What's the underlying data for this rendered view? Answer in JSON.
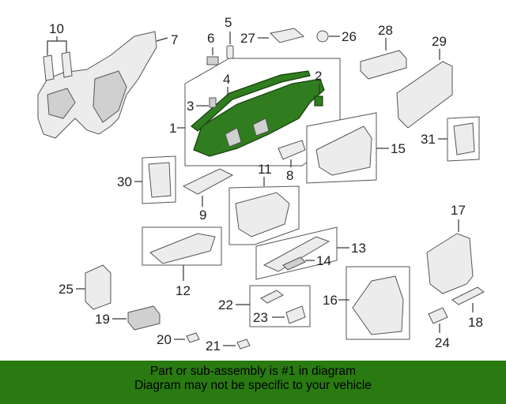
{
  "diagram": {
    "callouts": {
      "c1": "1",
      "c2": "2",
      "c3": "3",
      "c4": "4",
      "c5": "5",
      "c6": "6",
      "c7": "7",
      "c8": "8",
      "c9": "9",
      "c10": "10",
      "c11": "11",
      "c12": "12",
      "c13": "13",
      "c14": "14",
      "c15": "15",
      "c16": "16",
      "c17": "17",
      "c18": "18",
      "c19": "19",
      "c20": "20",
      "c21": "21",
      "c22": "22",
      "c23": "23",
      "c24": "24",
      "c25": "25",
      "c26": "26",
      "c27": "27",
      "c28": "28",
      "c29": "29",
      "c30": "30",
      "c31": "31"
    },
    "highlight_color": "#2f7d1f"
  },
  "banner": {
    "line1": "Part or sub-assembly is #1 in diagram",
    "line2": "Diagram may not be specific to your vehicle",
    "background": "#2a7a12"
  }
}
